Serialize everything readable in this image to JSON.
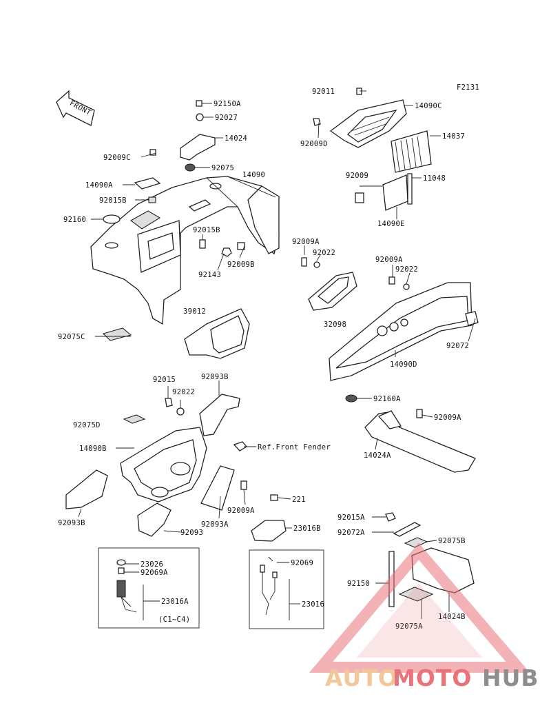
{
  "figure_code": "F2131",
  "front_arrow": "FRONT",
  "watermark": {
    "part1": "AUTO",
    "part2": "MOTO",
    "part3": "HUB",
    "color_light": "#f2c79a",
    "color_red": "#e8737a",
    "color_grey": "#8e8e8e"
  },
  "labels": {
    "p92011": "92011",
    "p14090C": "14090C",
    "p92009D": "92009D",
    "p14037": "14037",
    "p92009": "92009",
    "p11048": "11048",
    "p14090E": "14090E",
    "p92150A": "92150A",
    "p92027": "92027",
    "p14024": "14024",
    "p92075": "92075",
    "p14090": "14090",
    "p92009C": "92009C",
    "p14090A": "14090A",
    "p92015B_1": "92015B",
    "p92160": "92160",
    "p92015B_2": "92015B",
    "p92009B": "92009B",
    "p92143": "92143",
    "p92009A_1": "92009A",
    "p92022_1": "92022",
    "p92009A_2": "92009A",
    "p92022_2": "92022",
    "p32098": "32098",
    "p14090D": "14090D",
    "p92072": "92072",
    "p39012": "39012",
    "p92075C": "92075C",
    "p92160A": "92160A",
    "p92015": "92015",
    "p92022_3": "92022",
    "p92093B_1": "92093B",
    "p92075D": "92075D",
    "p14090B": "14090B",
    "ref_front_fender": "Ref.Front Fender",
    "p92009A_3": "92009A",
    "p14024A": "14024A",
    "p92093B_2": "92093B",
    "p92093": "92093",
    "p92093A": "92093A",
    "p92009A_4": "92009A",
    "p221": "221",
    "p23016B": "23016B",
    "p92015A": "92015A",
    "p92072A": "92072A",
    "p92075B": "92075B",
    "p23026": "23026",
    "p92069A": "92069A",
    "p23016A": "23016A",
    "c1c4": "(C1~C4)",
    "p92069": "92069",
    "p23016": "23016",
    "p92150": "92150",
    "p14024B": "14024B",
    "p92075A": "92075A"
  }
}
